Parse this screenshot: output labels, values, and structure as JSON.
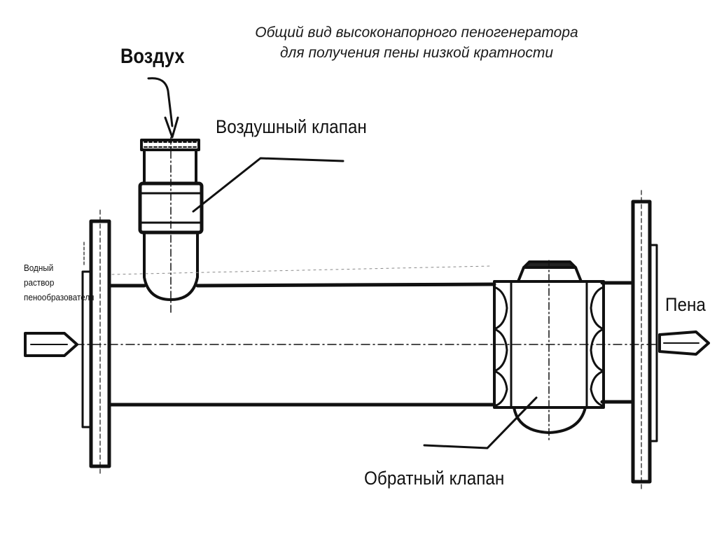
{
  "title": {
    "line1": "Общий вид высоконапорного пеногенератора",
    "line2": "для получения пены низкой кратности"
  },
  "labels": {
    "air": "Воздух",
    "air_valve": "Воздушный клапан",
    "water_line1": "Водный",
    "water_line2": "раствор",
    "water_line3": "пенообразователя",
    "foam": "Пена",
    "check_valve": "Обратный клапан"
  }
}
